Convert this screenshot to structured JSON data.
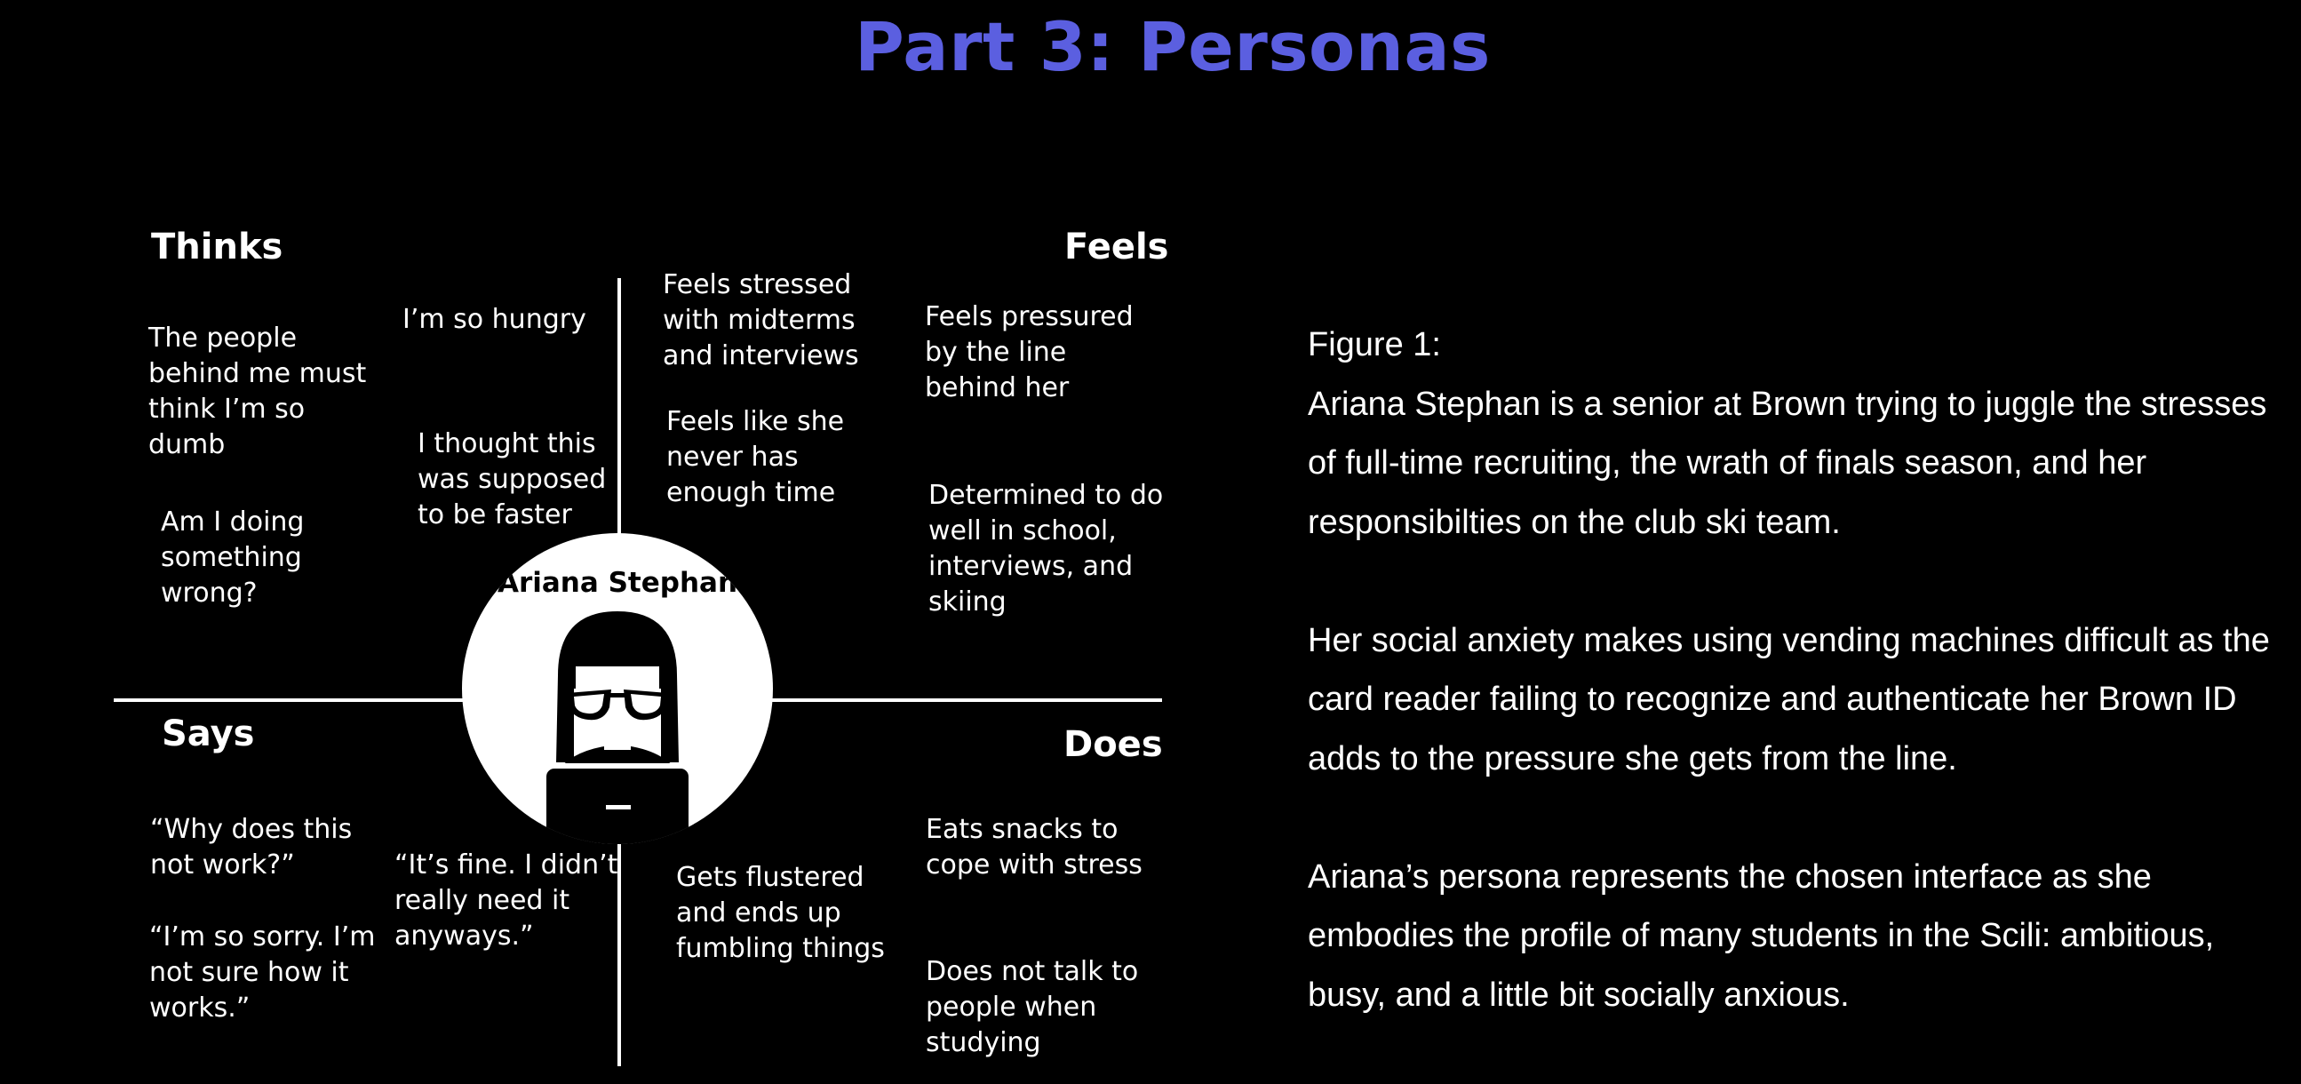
{
  "title": "Part 3: Personas",
  "persona": {
    "name": "Ariana Stephan"
  },
  "quadrants": {
    "thinks": {
      "title": "Thinks",
      "notes": [
        "The people\nbehind me must\nthink I’m so\ndumb",
        "I’m so hungry",
        "I thought this\nwas supposed\nto be faster",
        "Am I doing\nsomething\nwrong?"
      ]
    },
    "feels": {
      "title": "Feels",
      "notes": [
        "Feels stressed\nwith midterms\nand interviews",
        "Feels pressured\nby the line\nbehind her",
        "Feels like she\nnever has\nenough time",
        "Determined to do\nwell in school,\ninterviews, and\nskiing"
      ]
    },
    "says": {
      "title": "Says",
      "notes": [
        "“Why does this\nnot work?”",
        "“It’s fine. I didn’t\nreally need it\nanyways.”",
        "“I’m so sorry. I’m\nnot sure how it\nworks.”"
      ]
    },
    "does": {
      "title": "Does",
      "notes": [
        "Eats snacks to\ncope with stress",
        "Gets flustered\nand ends up\nfumbling things",
        "Does not talk to\npeople when\nstudying"
      ]
    }
  },
  "figure": {
    "caption": "Figure 1:",
    "paragraphs": [
      "Ariana Stephan is a senior at Brown trying to juggle the stresses of full-time recruiting, the wrath of finals season, and her responsibilties on the club ski team.",
      "Her social anxiety makes using vending machines difficult as the card reader failing to recognize and authenticate her Brown ID adds to the pressure she gets from the line.",
      "Ariana’s persona represents the chosen interface as she embodies the profile of many students in the Scili: ambitious, busy, and a little bit socially anxious."
    ]
  },
  "icons": {
    "avatar": "person-with-glasses-and-laptop-icon"
  },
  "colors": {
    "title": "#5b5fe0",
    "background": "#000000",
    "text": "#ffffff"
  }
}
